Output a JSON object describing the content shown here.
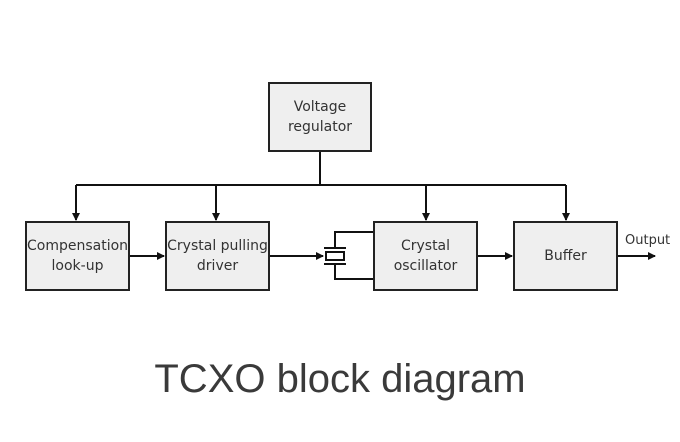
{
  "diagram": {
    "blocks": {
      "voltage_regulator": [
        "Voltage",
        "regulator"
      ],
      "compensation_lookup": [
        "Compensation",
        "look-up"
      ],
      "crystal_pulling_driver": [
        "Crystal pulling",
        "driver"
      ],
      "crystal_oscillator": [
        "Crystal",
        "oscillator"
      ],
      "buffer": [
        "Buffer"
      ]
    },
    "output_label": "Output",
    "title": "TCXO block diagram"
  }
}
